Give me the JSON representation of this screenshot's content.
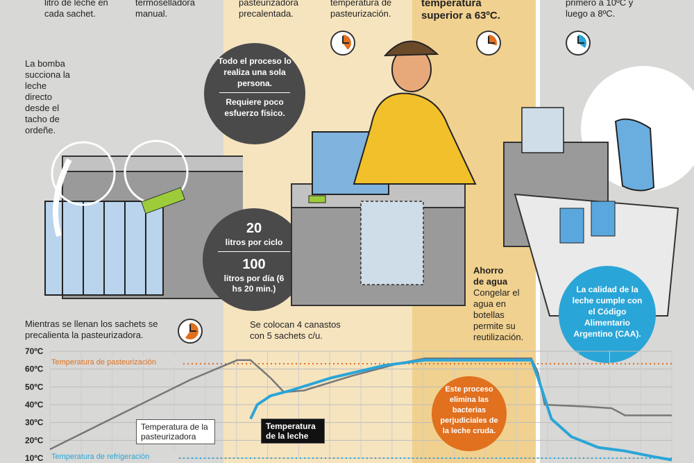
{
  "colors": {
    "bg_left": "#d8d8d6",
    "bg_mid": "#f6e4bf",
    "bg_mid_dark": "#f1d18f",
    "orange": "#e1701f",
    "blue": "#2aa5d7",
    "gray_bubble": "#4a4a4a",
    "line_gray": "#777777"
  },
  "panel1": {
    "top_text_a": "litro de leche en cada sachet.",
    "top_text_b": "termoselladora manual.",
    "pump_text": "La bomba succiona la leche directo desde el tacho de ordeñe.",
    "bottom_text": "Mientras se llenan los sachets se precalienta la pasteurizadora."
  },
  "panel2": {
    "top_text_a": "pasteurizadora precalentada.",
    "top_text_b": "temperatura de pasteurización.",
    "bubble_person_1": "Todo el proceso lo realiza una sola persona.",
    "bubble_person_2": "Requiere poco esfuerzo físico.",
    "bubble_cycle_num": "20",
    "bubble_cycle_unit": "litros por ciclo",
    "bubble_day_num": "100",
    "bubble_day_unit": "litros por día (6 hs 20 min.)",
    "baskets_text": "Se colocan 4 canastos con 5 sachets c/u."
  },
  "panel3": {
    "top_text_a": "temperatura superior a 63ºC.",
    "saving_title": "Ahorro de agua",
    "saving_text": "Congelar el agua en botellas permite su reutilización."
  },
  "panel4": {
    "top_text": "primero a 10ºC y luego a 8ºC.",
    "quality_text": "La calidad de la leche cumple con el Código Alimentario Argentino (CAA)."
  },
  "chart_data": {
    "type": "line",
    "y_ticks": [
      "70ºC",
      "60ºC",
      "50ºC",
      "40ºC",
      "30ºC",
      "20ºC",
      "10ºC"
    ],
    "ylim": [
      10,
      70
    ],
    "reference_lines": [
      {
        "label": "Temperatura de pasteurización",
        "value": 63,
        "color": "#e1701f"
      },
      {
        "label": "Temperatura de refrigeración",
        "value": 10,
        "color": "#2aa5d7"
      }
    ],
    "series": [
      {
        "name": "Temperatura de la pasteurizadora",
        "color": "#777777",
        "points": [
          [
            0,
            15
          ],
          [
            7,
            28
          ],
          [
            14,
            41
          ],
          [
            21,
            54
          ],
          [
            28,
            65
          ],
          [
            30,
            65
          ],
          [
            33,
            55
          ],
          [
            35,
            47
          ],
          [
            38,
            48
          ],
          [
            45,
            56
          ],
          [
            52,
            63
          ],
          [
            56,
            66
          ],
          [
            72,
            66
          ],
          [
            73,
            58
          ],
          [
            74,
            40
          ],
          [
            80,
            39
          ],
          [
            84,
            38
          ],
          [
            86,
            34
          ],
          [
            90,
            34
          ],
          [
            93,
            34
          ]
        ]
      },
      {
        "name": "Temperatura de la leche",
        "color": "#2aa5d7",
        "points": [
          [
            30,
            32
          ],
          [
            31,
            40
          ],
          [
            33,
            45
          ],
          [
            36,
            48
          ],
          [
            42,
            55
          ],
          [
            50,
            62
          ],
          [
            56,
            65
          ],
          [
            72,
            65
          ],
          [
            73,
            55
          ],
          [
            75,
            32
          ],
          [
            78,
            22
          ],
          [
            82,
            16
          ],
          [
            86,
            14
          ],
          [
            90,
            11
          ],
          [
            93,
            9
          ]
        ]
      }
    ],
    "annotation": "Este proceso elimina las bacterias perjudiciales de la leche cruda."
  }
}
